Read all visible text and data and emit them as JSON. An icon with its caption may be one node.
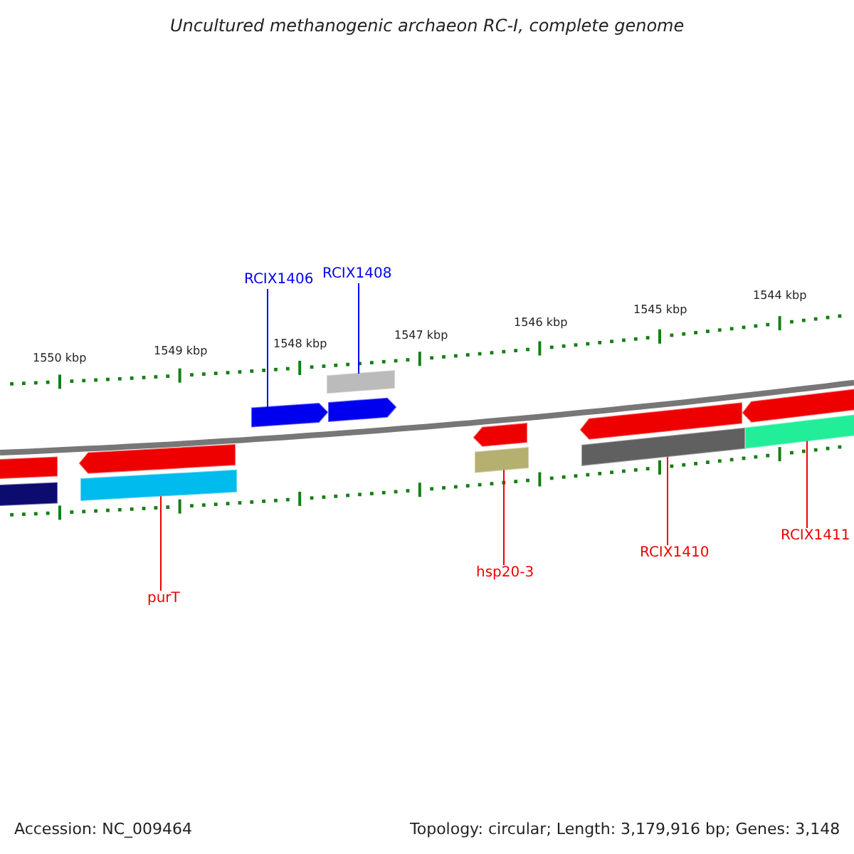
{
  "diagram": {
    "title": "Uncultured methanogenic archaeon RC-I, complete genome",
    "nodes": [
      {
        "text": [
          "RCIX1406"
        ]
      },
      {
        "text": [
          "RCIX1408"
        ]
      },
      {
        "text": [
          "purT"
        ]
      },
      {
        "text": [
          "hsp20-3"
        ]
      },
      {
        "text": [
          "RCIX1410"
        ]
      },
      {
        "text": [
          "RCIX1411"
        ]
      },
      {
        "text": [],
        "shape": "bar"
      },
      {
        "text": [],
        "shape": "bar"
      },
      {
        "text": [],
        "shape": "pentagon"
      },
      {
        "text": [],
        "shape": "bar"
      },
      {
        "text": [],
        "shape": "pentagon"
      },
      {
        "text": [],
        "shape": "bar"
      },
      {
        "text": [],
        "shape": "pentagon"
      },
      {
        "text": [],
        "shape": "pentagon"
      },
      {
        "text": [],
        "shape": "bar"
      },
      {
        "text": [],
        "shape": "pentagon"
      },
      {
        "text": [],
        "shape": "bar"
      },
      {
        "text": [],
        "shape": "pentagon"
      },
      {
        "text": [],
        "shape": "bar"
      }
    ],
    "edges": [
      {
        "from": 0,
        "to": 10,
        "arrow": "none",
        "color": "#0000ff"
      },
      {
        "from": 1,
        "to": 11,
        "arrow": "none",
        "color": "#0000ff"
      },
      {
        "from": 2,
        "to": 9,
        "arrow": "none"
      },
      {
        "from": 3,
        "to": 14,
        "arrow": "none"
      },
      {
        "from": 4,
        "to": 16,
        "arrow": "none"
      },
      {
        "from": 5,
        "to": 18,
        "arrow": "none"
      }
    ],
    "labels": [
      "1550 kbp",
      "1549 kbp",
      "1548 kbp",
      "1547 kbp",
      "1546 kbp",
      "1545 kbp",
      "1544 kbp",
      "Accession: NC_009464",
      "Topology: circular; Length: 3,179,916 bp; Genes: 3,148"
    ]
  }
}
